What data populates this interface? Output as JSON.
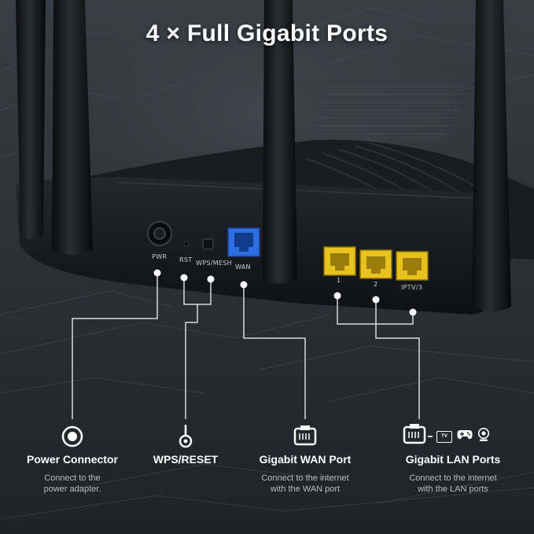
{
  "title": "4 × Full Gigabit Ports",
  "ports": {
    "pwr": "PWR",
    "rst": "RST",
    "wps": "WPS/MESH",
    "wan": "WAN",
    "lan1": "1",
    "lan2": "2",
    "lan3": "IPTV/3"
  },
  "features": [
    {
      "icon": "power-connector-icon",
      "name": "Power Connector",
      "desc1": "Connect to the",
      "desc2": "power adapter."
    },
    {
      "icon": "reset-button-icon",
      "name": "WPS/RESET",
      "desc1": "",
      "desc2": ""
    },
    {
      "icon": "ethernet-port-icon",
      "name": "Gigabit WAN Port",
      "desc1": "Connect to the internet",
      "desc2": "with the WAN port"
    },
    {
      "icon": "ethernet-port-icon",
      "name": "Gigabit LAN Ports",
      "desc1": "Connect to the internet",
      "desc2": "with the LAN ports"
    }
  ],
  "lan_device_icons": [
    "tv-icon",
    "gamepad-icon",
    "camera-icon"
  ],
  "tv_icon_text": "TV",
  "colors": {
    "background": "#2a2e34",
    "router_body": "#15171b",
    "lan_port": "#e8c31e",
    "wan_port": "#2d6fe0",
    "connector_line": "#d7d9dc"
  }
}
